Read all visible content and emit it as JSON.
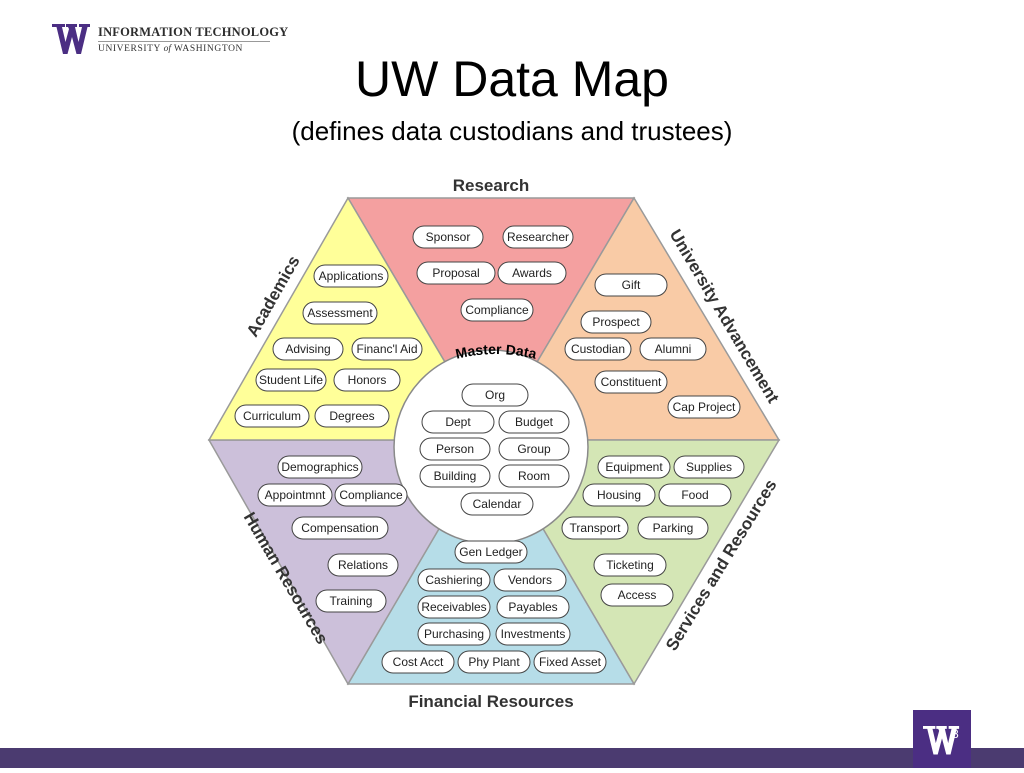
{
  "header": {
    "org_line1": "INFORMATION TECHNOLOGY",
    "org_line2_a": "UNIVERSITY",
    "org_line2_of": "of",
    "org_line2_b": "WASHINGTON",
    "title": "UW Data Map",
    "subtitle": "(defines data custodians and trustees)"
  },
  "sectors": {
    "research": {
      "label": "Research",
      "color": "#f4a0a0",
      "items": [
        "Sponsor",
        "Researcher",
        "Proposal",
        "Awards",
        "Compliance"
      ]
    },
    "university_advancement": {
      "label": "University Advancement",
      "color": "#f9cba6",
      "items": [
        "Gift",
        "Prospect",
        "Custodian",
        "Alumni",
        "Constituent",
        "Cap Project"
      ]
    },
    "services_resources": {
      "label": "Services and Resources",
      "color": "#d4e6b5",
      "items": [
        "Equipment",
        "Supplies",
        "Housing",
        "Food",
        "Transport",
        "Parking",
        "Ticketing",
        "Access"
      ]
    },
    "financial_resources": {
      "label": "Financial Resources",
      "color": "#b6dde8",
      "items": [
        "Gen Ledger",
        "Cashiering",
        "Vendors",
        "Receivables",
        "Payables",
        "Purchasing",
        "Investments",
        "Cost Acct",
        "Phy Plant",
        "Fixed Asset"
      ]
    },
    "human_resources": {
      "label": "Human Resources",
      "color": "#ccc0da",
      "items": [
        "Demographics",
        "Appointmnt",
        "Compliance",
        "Compensation",
        "Relations",
        "Training"
      ]
    },
    "academics": {
      "label": "Academics",
      "color": "#ffff99",
      "items": [
        "Applications",
        "Assessment",
        "Advising",
        "Financ'l Aid",
        "Student Life",
        "Honors",
        "Curriculum",
        "Degrees"
      ]
    }
  },
  "master_data": {
    "label": "Master Data",
    "items": [
      "Org",
      "Dept",
      "Budget",
      "Person",
      "Group",
      "Building",
      "Room",
      "Calendar"
    ]
  },
  "footer": {
    "logo_letter": "W",
    "page_number": "8",
    "bar_color": "#4b3b70",
    "logo_color": "#4b2e83"
  }
}
